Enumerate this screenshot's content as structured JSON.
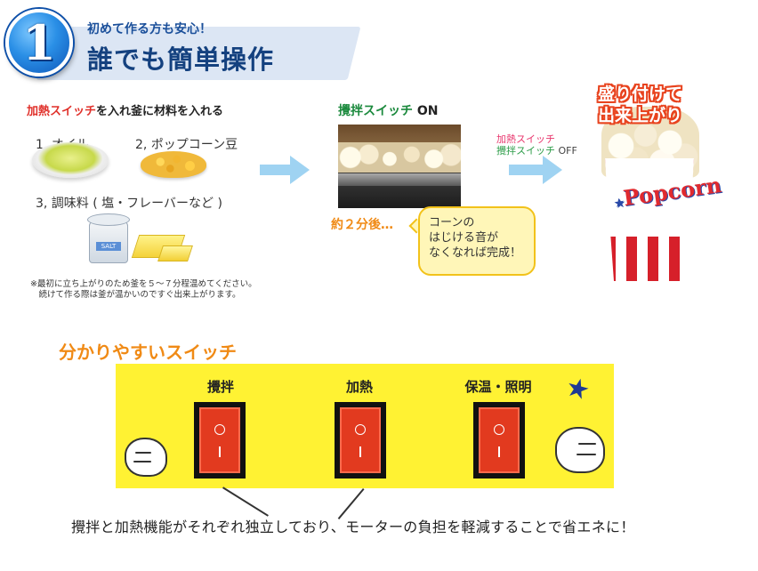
{
  "header": {
    "badge_number": "1",
    "subtitle": "初めて作る方も安心！",
    "title": "誰でも簡単操作"
  },
  "step1": {
    "heading_red": "加熱スイッチ",
    "heading_rest": "を入れ釜に材料を入れる",
    "items": [
      "1, オイル",
      "2, ポップコーン豆",
      "3, 調味料 ( 塩・フレーバーなど )"
    ],
    "salt_label": "SALT",
    "note_line1": "※最初に立ち上がりのため釜を５～７分程温めてください。",
    "note_line2": "　続けて作る際は釜が温かいのですぐ出来上がります。"
  },
  "step2": {
    "heading": "攪拌スイッチ",
    "heading_on": " ON",
    "wait": "約２分後…",
    "bubble": [
      "コーンの",
      "はじける音が",
      "なくなれば完成！"
    ]
  },
  "switch_off": {
    "line1": "加熱スイッチ",
    "line2": "攪拌スイッチ",
    "off": " OFF"
  },
  "step3": {
    "done_line1": "盛り付けて",
    "done_line2": "出来上がり",
    "cup_text": "Popcorn"
  },
  "switches": {
    "title": "分かりやすいスイッチ",
    "items": [
      {
        "label": "攪拌",
        "on_symbol": "I",
        "off_symbol": "O"
      },
      {
        "label": "加熱",
        "on_symbol": "I",
        "off_symbol": "O"
      },
      {
        "label": "保温・照明",
        "on_symbol": "I",
        "off_symbol": "O"
      }
    ],
    "caption": "攪拌と加熱機能がそれぞれ独立しており、モーターの負担を軽減することで省エネに！"
  },
  "colors": {
    "accent_red": "#e0312b",
    "accent_orange": "#f08a15",
    "accent_green": "#1c8a3e",
    "panel_yellow": "#fff233",
    "arrow_blue": "#9fd3f2"
  }
}
